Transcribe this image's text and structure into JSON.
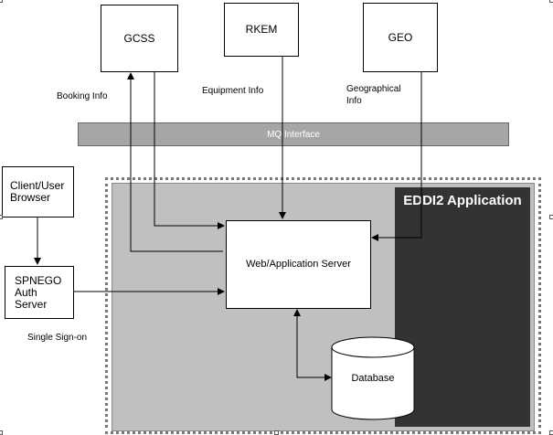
{
  "systems": {
    "gcss": "GCSS",
    "rkem": "RKEM",
    "geo": "GEO"
  },
  "flow_labels": {
    "booking": "Booking Info",
    "equipment": "Equipment Info",
    "geographical": "Geographical Info"
  },
  "mq_interface": "MQ Interface",
  "client_browser": "Client/User Browser",
  "spnego": "SPNEGO Auth Server",
  "single_sign_on": "Single Sign-on",
  "app_title": "EDDI2 Application",
  "web_server": "Web/Application Server",
  "database": "Database",
  "colors": {
    "mq_bar": "#a6a6a6",
    "app_region": "#c0c0c0",
    "dark_panel": "#333333",
    "title_text": "#ffffff"
  }
}
